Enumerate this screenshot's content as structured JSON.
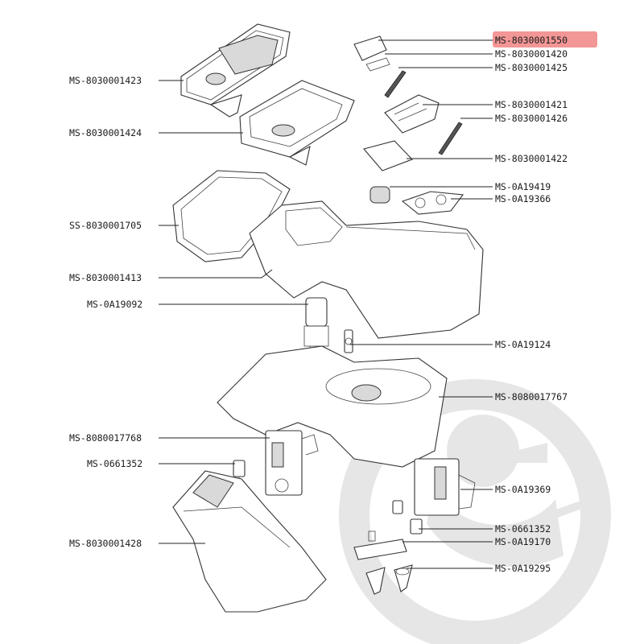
{
  "labels": {
    "left": [
      "MS-8030001423",
      "MS-8030001424",
      "SS-8030001705",
      "MS-8030001413",
      "MS-0A19092",
      "MS-8080017768",
      "MS-0661352",
      "MS-8030001428"
    ],
    "right": [
      "MS-8030001550",
      "MS-8030001420",
      "MS-8030001425",
      "MS-8030001421",
      "MS-8030001426",
      "MS-8030001422",
      "MS-0A19419",
      "MS-0A19366",
      "MS-0A19124",
      "MS-8080017767",
      "MS-0A19369",
      "MS-0661352",
      "MS-0A19170",
      "MS-0A19295"
    ]
  },
  "colors": {
    "highlight": "#f28b8b",
    "line": "#222222",
    "watermark": "#e6e6e6"
  }
}
